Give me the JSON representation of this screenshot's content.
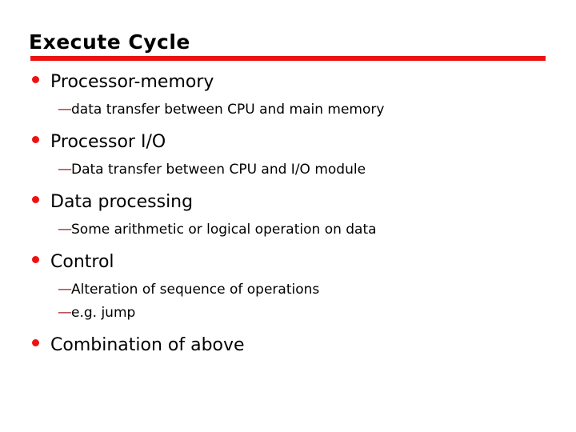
{
  "slide": {
    "title": "Execute Cycle",
    "accent_color": "#ee1111",
    "bullet_color": "#ee1111",
    "dash_color": "#a02020",
    "text_color": "#000000",
    "background_color": "#ffffff",
    "dash_glyph": "—",
    "items": [
      {
        "label": "Processor-memory",
        "subitems": [
          {
            "label": "data transfer between CPU and main memory"
          }
        ]
      },
      {
        "label": "Processor I/O",
        "subitems": [
          {
            "label": "Data transfer between CPU and I/O module"
          }
        ]
      },
      {
        "label": "Data processing",
        "subitems": [
          {
            "label": "Some arithmetic or logical operation on data"
          }
        ]
      },
      {
        "label": "Control",
        "subitems": [
          {
            "label": "Alteration of sequence of operations"
          },
          {
            "label": "e.g. jump"
          }
        ]
      },
      {
        "label": "Combination of above",
        "subitems": []
      }
    ]
  }
}
